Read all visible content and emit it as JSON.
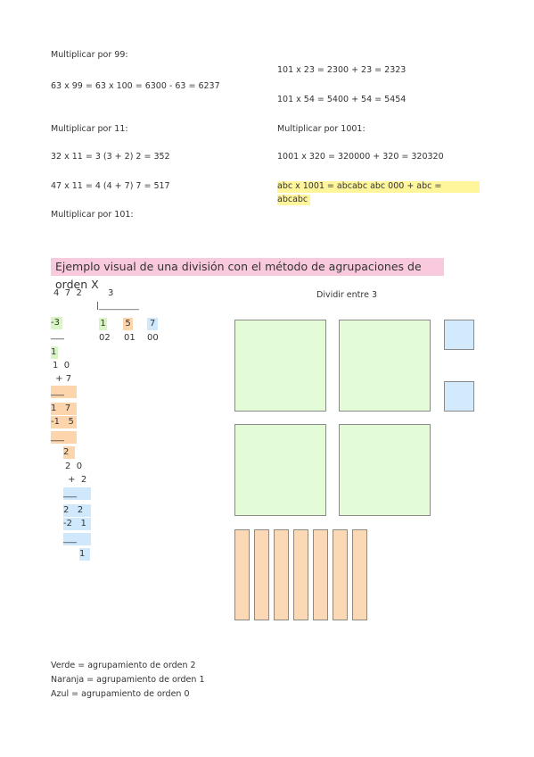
{
  "left_column": {
    "h99": "Multiplicar por 99:",
    "ex99": "63 x 99 = 63 x 100 = 6300 - 63 = 6237",
    "h11": "Multiplicar por 11:",
    "ex11a": "32 x 11 = 3 (3 + 2) 2 = 352",
    "ex11b": "47 x 11 = 4 (4 + 7) 7 = 517",
    "h101": "Multiplicar por 101:"
  },
  "right_column": {
    "ex101a": "101 x 23 = 2300 + 23 = 2323",
    "ex101b": "101 x 54 = 5400 + 54 = 5454",
    "h1001": "Multiplicar por 1001:",
    "ex1001": "1001 x 320 = 320000 + 320 = 320320",
    "abc_line1": "abc x  1001 = abcabc              abc 000 + abc =",
    "abc_line2": "abcabc"
  },
  "section_title": "Ejemplo visual de una división con el método de agrupaciones de orden X",
  "division": {
    "dividend": "4  7  2",
    "divisor": "3",
    "bracket": "|__________",
    "q1": "1",
    "q2": "5",
    "q3": "7",
    "s1": "02",
    "s2": "01",
    "s3": "00",
    "steps": [
      "-3",
      "___",
      "1",
      "1  0",
      " + 7",
      "___",
      "1   7",
      "-1   5",
      "___",
      "2",
      "2  0",
      " +  2",
      "___",
      "2   2",
      "-2   1",
      "___",
      "1"
    ]
  },
  "visual_title": "Dividir entre 3",
  "legend": {
    "green": "Verde = agrupamiento de orden 2",
    "orange": "Naranja = agrupamiento de orden 1",
    "blue": "Azul = agrupamiento de orden 0"
  },
  "colors": {
    "green": "#d8f5c4",
    "orange": "#fcd5ac",
    "blue": "#cfe8fb",
    "highlight": "#fff59a",
    "title_bg": "#f9c9dd"
  }
}
